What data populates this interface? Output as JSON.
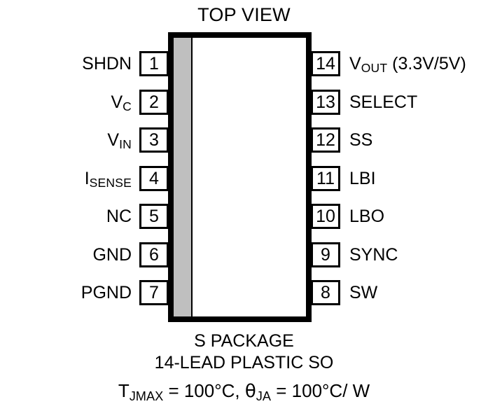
{
  "diagram": {
    "title": "TOP VIEW",
    "package_outline": {
      "notch_color": "#bfbfbf",
      "body_color": "#ffffff",
      "line_color": "#000000"
    },
    "pins_left": [
      {
        "number": "1",
        "label_main": "SHDN",
        "label_sub": ""
      },
      {
        "number": "2",
        "label_main": "V",
        "label_sub": "C"
      },
      {
        "number": "3",
        "label_main": "V",
        "label_sub": "IN"
      },
      {
        "number": "4",
        "label_main": "I",
        "label_sub": "SENSE"
      },
      {
        "number": "5",
        "label_main": "NC",
        "label_sub": ""
      },
      {
        "number": "6",
        "label_main": "GND",
        "label_sub": ""
      },
      {
        "number": "7",
        "label_main": "PGND",
        "label_sub": ""
      }
    ],
    "pins_right": [
      {
        "number": "14",
        "label_main": "V",
        "label_sub": "OUT",
        "label_tail": " (3.3V/5V)"
      },
      {
        "number": "13",
        "label_main": "SELECT",
        "label_sub": "",
        "label_tail": ""
      },
      {
        "number": "12",
        "label_main": "SS",
        "label_sub": "",
        "label_tail": ""
      },
      {
        "number": "11",
        "label_main": "LBI",
        "label_sub": "",
        "label_tail": ""
      },
      {
        "number": "10",
        "label_main": "LBO",
        "label_sub": "",
        "label_tail": ""
      },
      {
        "number": "9",
        "label_main": "SYNC",
        "label_sub": "",
        "label_tail": ""
      },
      {
        "number": "8",
        "label_main": "SW",
        "label_sub": "",
        "label_tail": ""
      }
    ],
    "caption": {
      "line1": "S PACKAGE",
      "line2": "14-LEAD PLASTIC SO",
      "line3": {
        "tjmax_symbol": "T",
        "tjmax_sub": "JMAX",
        "tjmax_value": " = 100°C, ",
        "theta_symbol": "θ",
        "theta_sub": "JA",
        "theta_value": " = 100°C/ W"
      }
    }
  }
}
